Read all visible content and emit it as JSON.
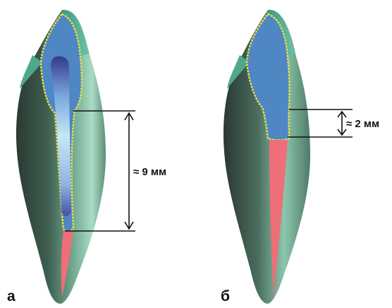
{
  "panels": [
    {
      "letter": "а",
      "measurement": "≈ 9 мм"
    },
    {
      "letter": "б",
      "measurement": "≈ 2 мм"
    }
  ],
  "colors": {
    "enamel": "#5db39a",
    "root_dark": "#24332c",
    "root_mid": "#52826c",
    "root_light": "#9fd3bd",
    "post_blue": "#4f86c4",
    "canal_gradient_top": "#3a3f9a",
    "canal_gradient_mid": "#bfe3f4",
    "filling_red": "#ee6f78",
    "outline_yellow": "#e9e24a",
    "measure_line": "#111111"
  }
}
